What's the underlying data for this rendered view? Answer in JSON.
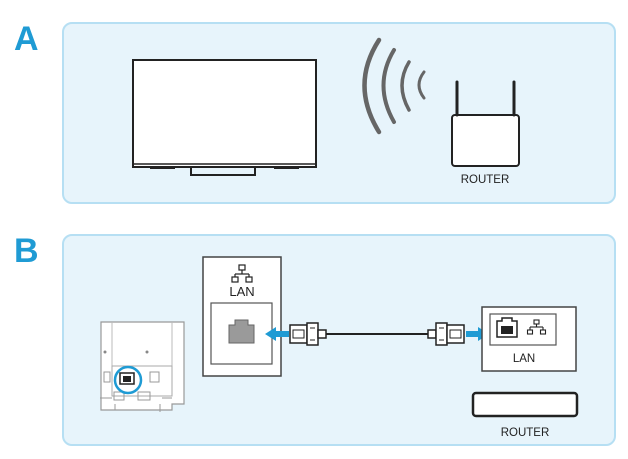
{
  "panels": [
    {
      "letter": "A",
      "router_label": "ROUTER"
    },
    {
      "letter": "B",
      "lan_label_tv": "LAN",
      "lan_label_router": "LAN",
      "router_label": "ROUTER"
    }
  ],
  "colors": {
    "accent": "#1f9bd4",
    "panel_fill": "#e7f4fb",
    "panel_border": "#b6dff3",
    "arrow": "#1f9bd4"
  },
  "icons": [
    "tv-icon",
    "wifi-waves-icon",
    "router-icon",
    "network-icon",
    "ethernet-port-icon",
    "cable-plug-icon",
    "arrow-left-icon",
    "arrow-right-icon"
  ]
}
